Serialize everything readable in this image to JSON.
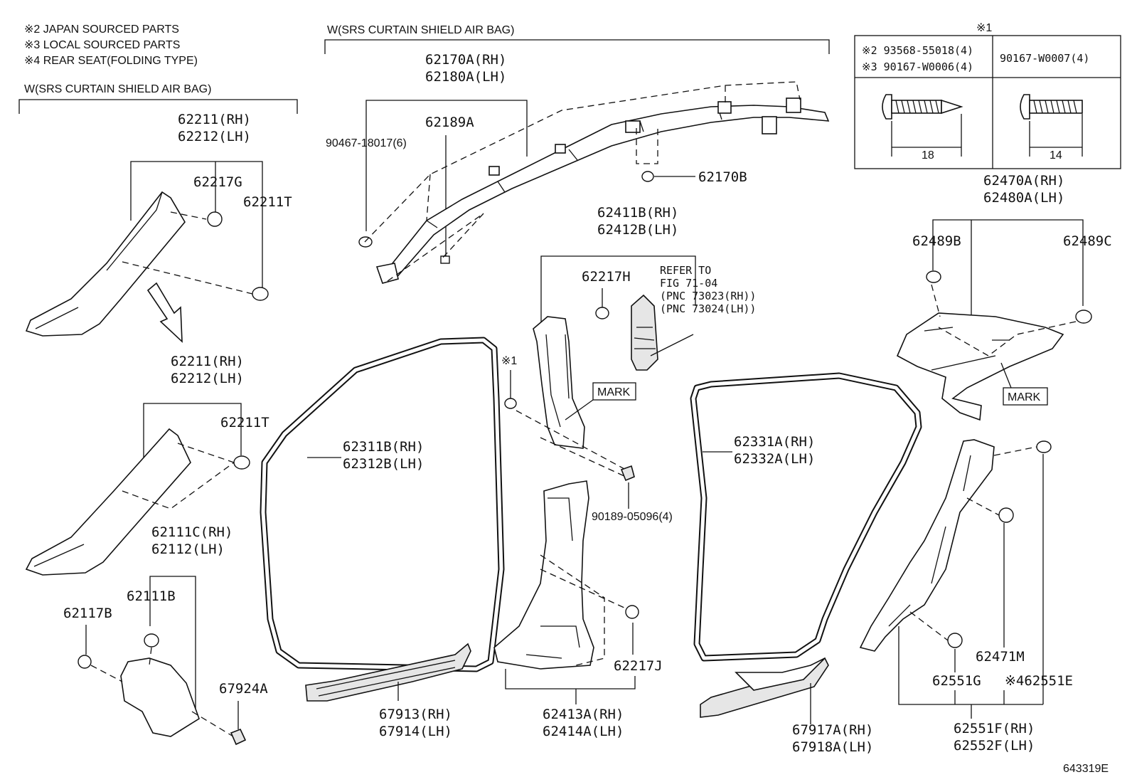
{
  "notes": [
    "※2 JAPAN SOURCED PARTS",
    "※3 LOCAL SOURCED PARTS",
    "※4 REAR SEAT(FOLDING TYPE)"
  ],
  "section_left": "W(SRS CURTAIN SHIELD AIR BAG)",
  "section_top": "W(SRS CURTAIN SHIELD AIR BAG)",
  "bolt_table": {
    "mark": "※1",
    "row1": "※2 93568-55018(4)",
    "row2": "※3 90167-W0006(4)",
    "right": "90167-W0007(4)",
    "dim_left": "18",
    "dim_right": "14"
  },
  "labels": {
    "p62211_rh_a": "62211(RH)",
    "p62212_lh_a": "62212(LH)",
    "p62217g": "62217G",
    "p62211t_a": "62211T",
    "p62211_rh_b": "62211(RH)",
    "p62212_lh_b": "62212(LH)",
    "p62211t_b": "62211T",
    "p62111c_rh": "62111C(RH)",
    "p62112_lh": "62112(LH)",
    "p62111b": "62111B",
    "p62117b": "62117B",
    "p67924a": "67924A",
    "p62170a_rh": "62170A(RH)",
    "p62180a_lh": "62180A(LH)",
    "p62189a": "62189A",
    "p90467": "90467-18017(6)",
    "p62170b": "62170B",
    "p62411b_rh": "62411B(RH)",
    "p62412b_lh": "62412B(LH)",
    "p62217h": "62217H",
    "refer1": "REFER TO",
    "refer2": "FIG 71-04",
    "refer3": "(PNC 73023(RH))",
    "refer4": "(PNC 73024(LH))",
    "mark_b": "MARK",
    "note1_small": "※1",
    "p62311b_rh": "62311B(RH)",
    "p62312b_lh": "62312B(LH)",
    "p90189": "90189-05096(4)",
    "p62217j": "62217J",
    "p67913_rh": "67913(RH)",
    "p67914_lh": "67914(LH)",
    "p62413a_rh": "62413A(RH)",
    "p62414a_lh": "62414A(LH)",
    "p62331a_rh": "62331A(RH)",
    "p62332a_lh": "62332A(LH)",
    "p67917a_rh": "67917A(RH)",
    "p67918a_lh": "67918A(LH)",
    "p62470a_rh": "62470A(RH)",
    "p62480a_lh": "62480A(LH)",
    "p62489b": "62489B",
    "p62489c": "62489C",
    "mark_c": "MARK",
    "p62471m": "62471M",
    "p62551g": "62551G",
    "p62551e": "※462551E",
    "p62551f_rh": "62551F(RH)",
    "p62552f_lh": "62552F(LH)"
  },
  "figure_id": "643319E"
}
